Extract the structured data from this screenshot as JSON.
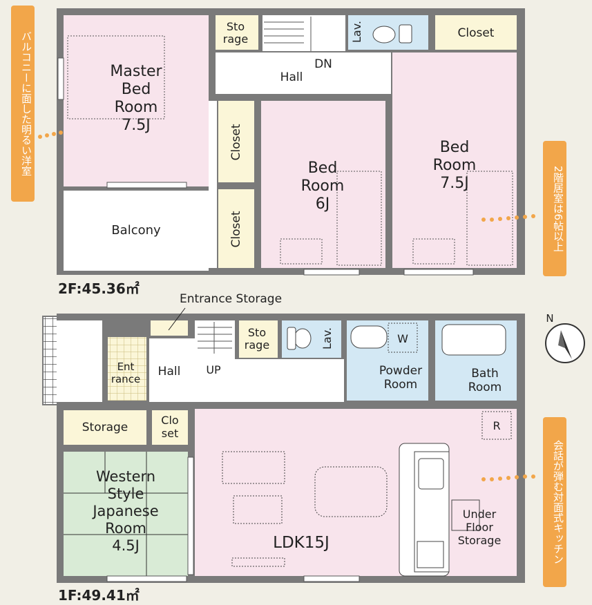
{
  "floor2": {
    "area_label": "2F:45.36㎡",
    "rooms": {
      "master_bedroom": [
        "Master",
        "Bed",
        "Room",
        "7.5J"
      ],
      "storage": [
        "Sto",
        "rage"
      ],
      "lavatory": "Lav.",
      "closet_top": "Closet",
      "hall": "Hall",
      "down": "DN",
      "closet_a": "Closet",
      "closet_b": "Closet",
      "bedroom_6": [
        "Bed",
        "Room",
        "6J"
      ],
      "bedroom_75": [
        "Bed",
        "Room",
        "7.5J"
      ],
      "balcony": "Balcony"
    }
  },
  "floor1": {
    "area_label": "1F:49.41㎡",
    "rooms": {
      "entrance_storage": "Entrance Storage",
      "entrance": [
        "Ent",
        "rance"
      ],
      "hall": "Hall",
      "up": "UP",
      "storage": [
        "Sto",
        "rage"
      ],
      "lavatory": "Lav.",
      "washer": "W",
      "powder_room": [
        "Powder",
        "Room"
      ],
      "bath_room": [
        "Bath",
        "Room"
      ],
      "storage_left": "Storage",
      "closet": [
        "Clo",
        "set"
      ],
      "refrigerator": "R",
      "japanese_room": [
        "Western",
        "Style",
        "Japanese",
        "Room",
        "4.5J"
      ],
      "ldk": "LDK15J",
      "under_floor_storage": [
        "Under",
        "Floor",
        "Storage"
      ]
    }
  },
  "callouts": {
    "balcony_room": "バルコニーに面した明るい洋室",
    "upstairs": "2階居室は6帖以上",
    "kitchen": "会話が弾む対面式キッチン"
  },
  "compass": "N",
  "colors": {
    "pink": "#f8e4ec",
    "blue": "#d3e8f4",
    "yellow": "#fbf6d8",
    "green": "#d9ebd6",
    "wall": "#7a7a7a",
    "callout": "#f2a64a"
  }
}
